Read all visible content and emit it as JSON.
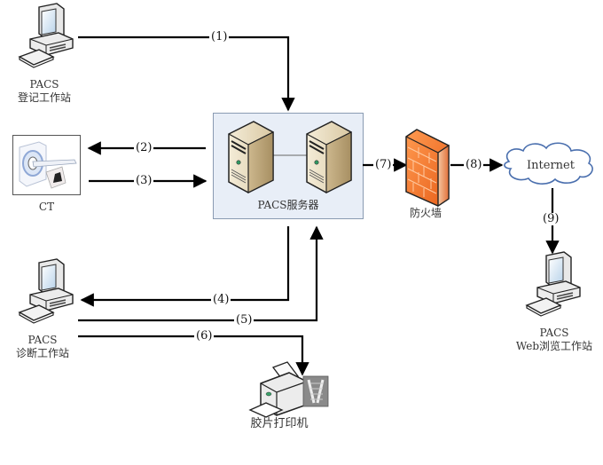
{
  "nodes": {
    "registration": {
      "line1": "PACS",
      "line2": "登记工作站",
      "icon": "workstation-icon"
    },
    "ct": {
      "label": "CT",
      "icon": "ct-scanner-icon"
    },
    "server": {
      "label": "PACS服务器",
      "icon": "server-icon"
    },
    "firewall": {
      "label": "防火墙",
      "icon": "firewall-icon"
    },
    "internet": {
      "label": "Internet",
      "icon": "cloud-icon"
    },
    "web": {
      "line1": "PACS",
      "line2": "Web浏览工作站",
      "icon": "workstation-icon"
    },
    "diagnosis": {
      "line1": "PACS",
      "line2": "诊断工作站",
      "icon": "workstation-icon"
    },
    "printer": {
      "label": "胶片打印机",
      "icon": "film-printer-icon"
    }
  },
  "edges": [
    {
      "label": "(1)",
      "from": "registration",
      "to": "server"
    },
    {
      "label": "(2)",
      "from": "server",
      "to": "ct"
    },
    {
      "label": "(3)",
      "from": "ct",
      "to": "server"
    },
    {
      "label": "(4)",
      "from": "server",
      "to": "diagnosis"
    },
    {
      "label": "(5)",
      "from": "diagnosis",
      "to": "server"
    },
    {
      "label": "(6)",
      "from": "diagnosis",
      "to": "printer"
    },
    {
      "label": "(7)",
      "from": "server",
      "to": "firewall"
    },
    {
      "label": "(8)",
      "from": "firewall",
      "to": "internet"
    },
    {
      "label": "(9)",
      "from": "internet",
      "to": "web"
    }
  ],
  "colors": {
    "server_box_fill": "#e8eef7",
    "firewall_orange": "#f07a2a",
    "server_beige": "#e9dcc0"
  }
}
